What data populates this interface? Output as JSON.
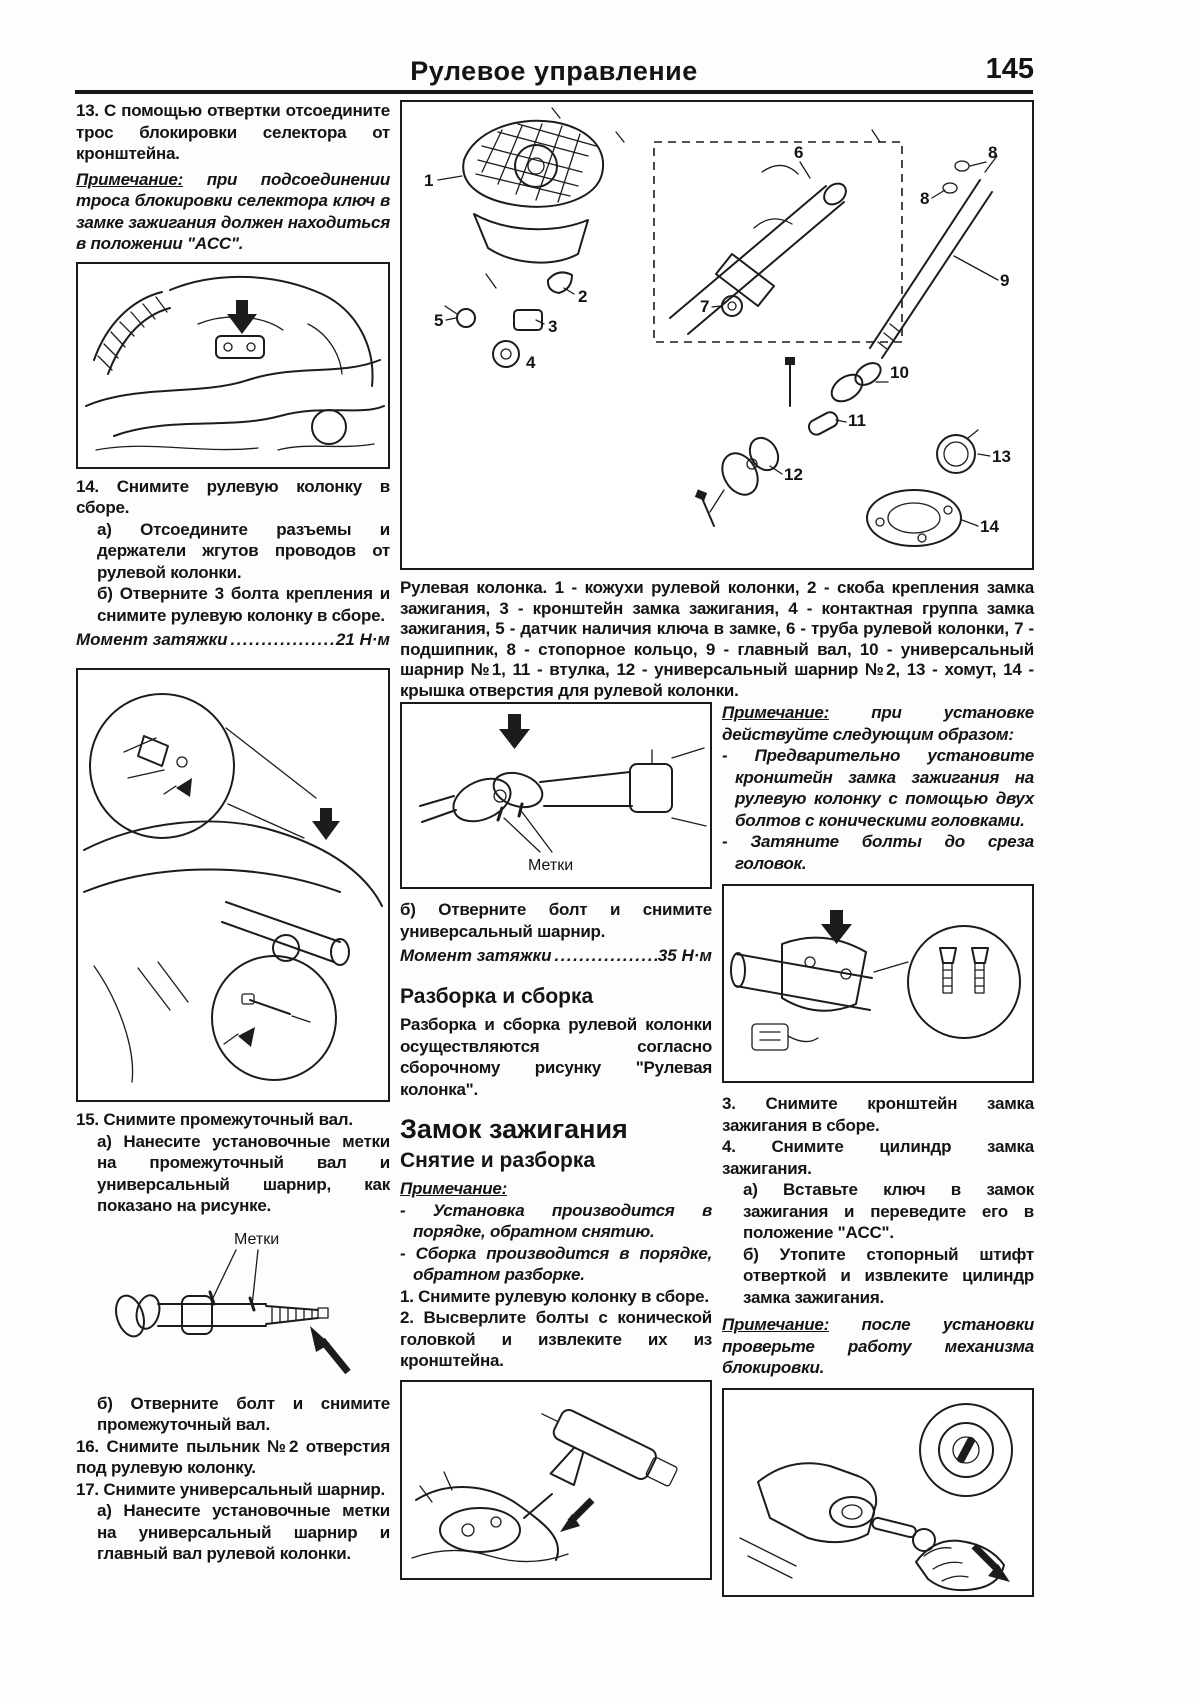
{
  "colors": {
    "ink": "#1c1c1c",
    "paper": "#fdfdfb"
  },
  "header": {
    "title": "Рулевое управление",
    "page_number": "145"
  },
  "left": {
    "item13": "13. С помощью отвертки отсоедините трос блокировки селектора от кронштейна.",
    "note13_label": "Примечание:",
    "note13_body": "при подсоединении троса блокировки селектора ключ в замке зажигания должен находиться в положении \"ACC\".",
    "item14": "14. Снимите рулевую колонку в сборе.",
    "item14a": "а) Отсоедините разъемы и держатели жгутов проводов от рулевой колонки.",
    "item14b": "б) Отверните 3 болта крепления и снимите рулевую колонку в сборе.",
    "torque21_label": "Момент затяжки",
    "torque21_dots": "..............................................",
    "torque21_value": "21 Н·м",
    "item15": "15. Снимите промежуточный вал.",
    "item15a": "а) Нанесите установочные метки на промежуточный вал и универсальный шарнир, как показано на рисунке.",
    "shaft_fig_label": "Метки",
    "item15b": "б) Отверните болт и снимите промежуточный вал.",
    "item16": "16. Снимите пыльник №2 отверстия под рулевую колонку.",
    "item17": "17. Снимите универсальный шарнир.",
    "item17a": "а) Нанесите установочные метки на универсальный шарнир и главный вал рулевой колонки."
  },
  "exploded": {
    "caption": "Рулевая колонка. 1 - кожухи рулевой колонки, 2 - скоба крепления замка зажигания, 3 - кронштейн замка зажигания, 4 - контактная группа замка зажигания, 5 - датчик наличия ключа в замке, 6 - труба рулевой колонки, 7 - подшипник, 8 - стопорное кольцо, 9 - главный вал, 10 - универсальный шарнир №1, 11 - втулка, 12 - универсальный шарнир №2, 13 - хомут, 14 - крышка отверстия для рулевой колонки.",
    "parts": [
      "1",
      "2",
      "3",
      "4",
      "5",
      "6",
      "7",
      "8",
      "8",
      "9",
      "10",
      "11",
      "12",
      "13",
      "14"
    ]
  },
  "middle": {
    "joint_fig_label": "Метки",
    "item_b": "б) Отверните болт и снимите универсальный шарнир.",
    "torque35_label": "Момент затяжки",
    "torque35_dots": "..............................................",
    "torque35_value": "35 Н·м",
    "heading_disassembly": "Разборка и сборка",
    "disassembly_text": "Разборка и сборка рулевой колонки осуществляются согласно сборочному рисунку \"Рулевая колонка\".",
    "heading_lock": "Замок зажигания",
    "heading_removal": "Снятие и разборка",
    "note_label": "Примечание:",
    "note_line1": "- Установка производится в порядке, обратном снятию.",
    "note_line2": "- Сборка производится в порядке, обратном разборке.",
    "item1": "1. Снимите рулевую колонку в сборе.",
    "item2": "2. Высверлите болты с конической головкой и извлеките их из кронштейна."
  },
  "right": {
    "note_label": "Примечание:",
    "note_intro": "при установке действуйте следующим образом:",
    "note_line1": "- Предварительно установите кронштейн замка зажигания на рулевую колонку с помощью двух болтов с коническими головками.",
    "note_line2": "- Затяните болты до среза головок.",
    "item3": "3. Снимите кронштейн замка зажигания в сборе.",
    "item4": "4. Снимите цилиндр замка зажигания.",
    "item4a": "а) Вставьте ключ в замок зажигания и переведите его в положение \"ACC\".",
    "item4b": "б) Утопите стопорный штифт отверткой и извлеките цилиндр замка зажигания.",
    "note2_label": "Примечание:",
    "note2_body": "после установки проверьте работу механизма блокировки."
  }
}
